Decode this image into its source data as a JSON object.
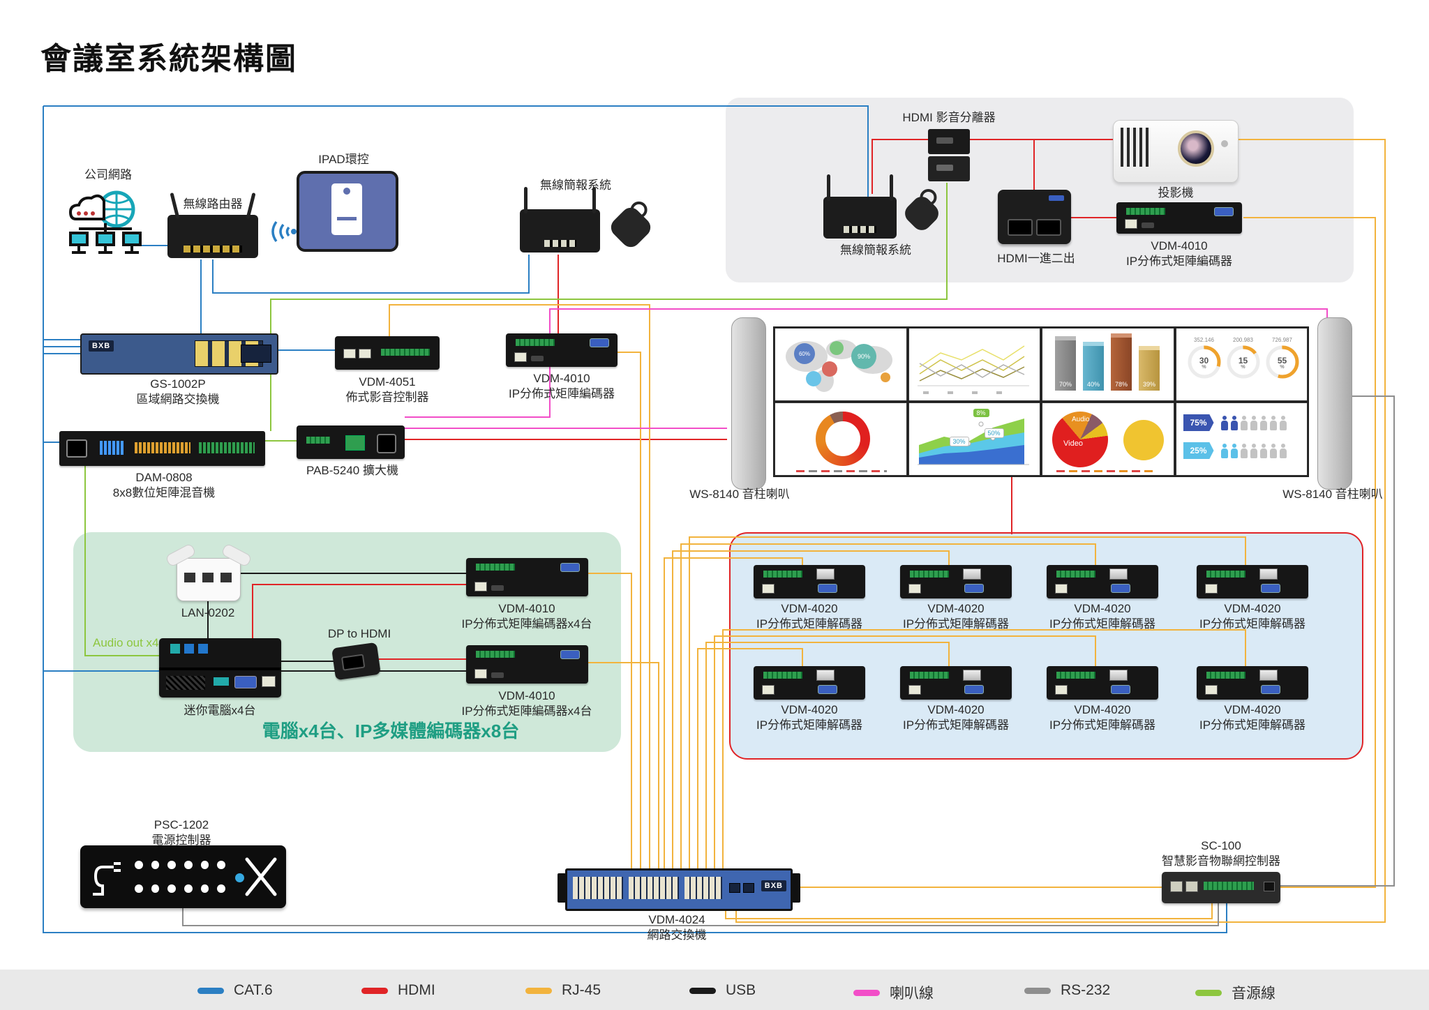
{
  "title": "會議室系統架構圖",
  "brand": "BXB",
  "legend": {
    "items": [
      {
        "label": "CAT.6",
        "color": "#2b7fc3"
      },
      {
        "label": "HDMI",
        "color": "#e02426"
      },
      {
        "label": "RJ-45",
        "color": "#f2b33d"
      },
      {
        "label": "USB",
        "color": "#1a1a1a"
      },
      {
        "label": "喇叭線",
        "color": "#f24ec8"
      },
      {
        "label": "RS-232",
        "color": "#8e8e8e"
      },
      {
        "label": "音源線",
        "color": "#8dc63f"
      }
    ]
  },
  "top_left": {
    "company_network": "公司網路",
    "wireless_router": "無線路由器",
    "ipad": "IPAD環控",
    "wireless_presentation": "無線簡報系統"
  },
  "gray_box": {
    "hdmi_splitter": "HDMI 影音分離器",
    "wireless_presentation": "無線簡報系統",
    "hdmi_1in2out": "HDMI一進二出",
    "projector": "投影機",
    "encoder_model": "VDM-4010",
    "encoder_desc": "IP分佈式矩陣編碼器"
  },
  "mid": {
    "gs1002p_model": "GS-1002P",
    "gs1002p_desc": "區域網路交換機",
    "vdm4051_model": "VDM-4051",
    "vdm4051_desc": "佈式影音控制器",
    "vdm4010_model": "VDM-4010",
    "vdm4010_desc": "IP分佈式矩陣編碼器",
    "dam0808_model": "DAM-0808",
    "dam0808_desc": "8x8數位矩陣混音機",
    "pab5240": "PAB-5240 擴大機"
  },
  "wall": {
    "speaker_left": "WS-8140 音柱喇叭",
    "speaker_right": "WS-8140 音柱喇叭",
    "map_pcts": {
      "a": "60%",
      "b": "90%"
    },
    "bars": {
      "b1": "70%",
      "b2": "40%",
      "b3": "78%",
      "b4": "39%"
    },
    "gauges": {
      "n1": "352.146",
      "n2": "200.983",
      "n3": "726.987",
      "v1": "30",
      "v2": "15",
      "v3": "55",
      "pct": "%"
    },
    "area": {
      "c1": "8%",
      "c2": "30%",
      "c3": "50%"
    },
    "pie": {
      "audio": "Audio",
      "video": "Video"
    },
    "info": {
      "p1": "75%",
      "p2": "25%"
    }
  },
  "green_box": {
    "lan0202": "LAN-0202",
    "audio_out": "Audio out x4",
    "mini_pc": "迷你電腦x4台",
    "dp_to_hdmi": "DP to HDMI",
    "caption": "電腦x4台、IP多媒體編碼器x8台",
    "encoder_model": "VDM-4010",
    "encoder_desc": "IP分佈式矩陣編碼器x4台"
  },
  "blue_box": {
    "decoder_model": "VDM-4020",
    "decoder_desc": "IP分佈式矩陣解碼器"
  },
  "bottom": {
    "psc_model": "PSC-1202",
    "psc_desc": "電源控制器",
    "vdm4024_model": "VDM-4024",
    "vdm4024_desc": "網路交換機",
    "sc100_model": "SC-100",
    "sc100_desc": "智慧影音物聯網控制器"
  }
}
